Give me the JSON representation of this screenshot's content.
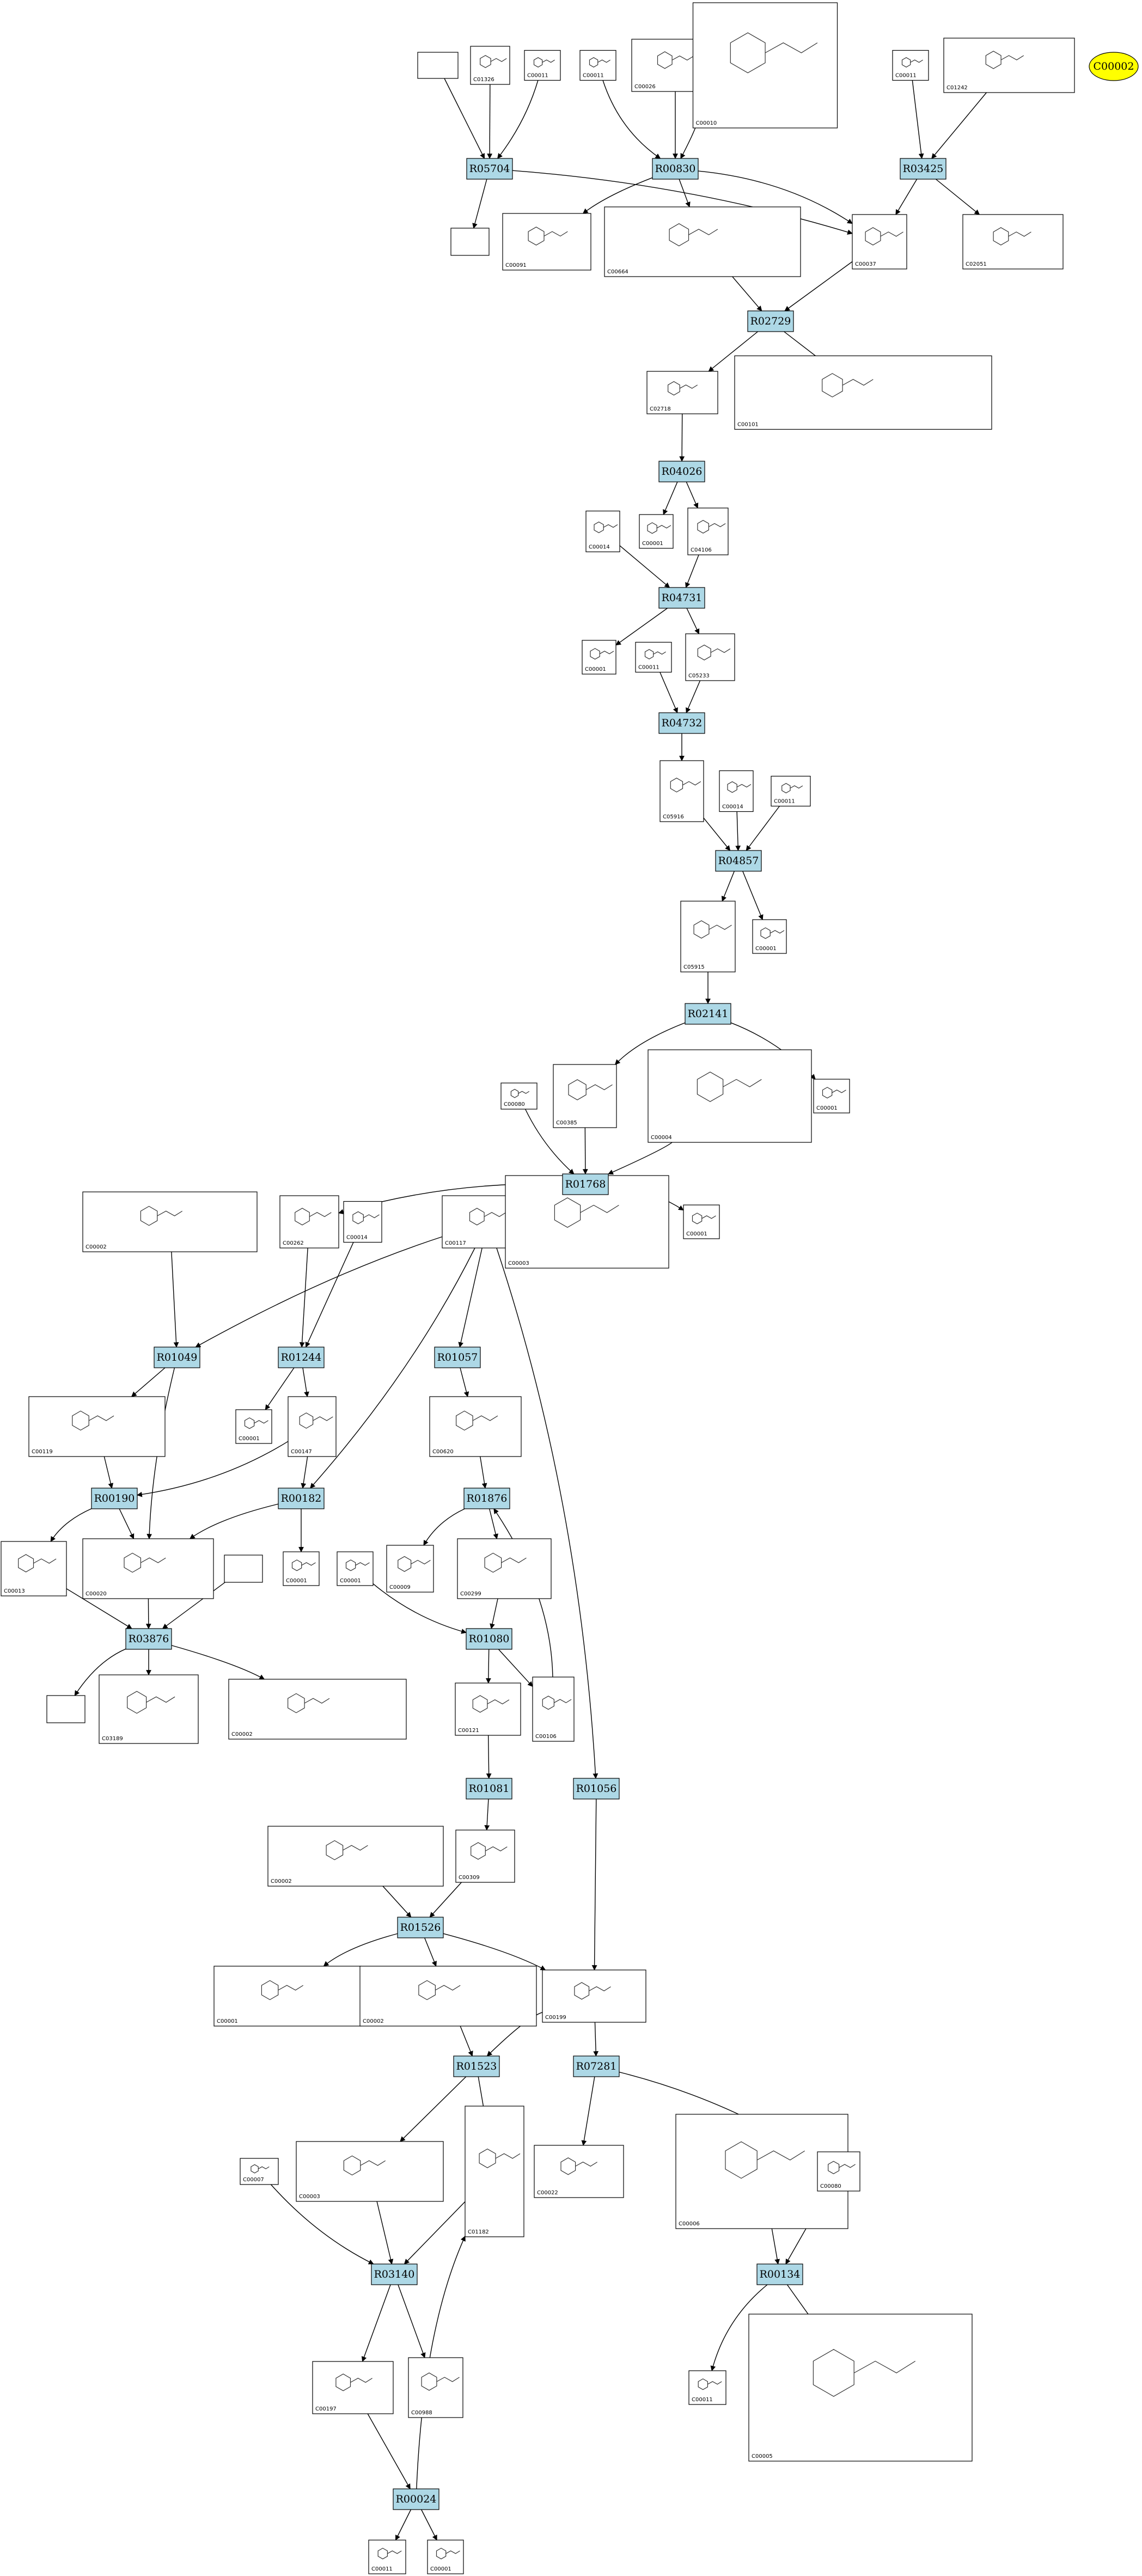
{
  "highlight": {
    "label": "C00002",
    "color": "#ffff00"
  },
  "reaction_color": "#add8e6",
  "reactions": [
    {
      "id": "R05704",
      "label": "R05704"
    },
    {
      "id": "R00830",
      "label": "R00830"
    },
    {
      "id": "R03425",
      "label": "R03425"
    },
    {
      "id": "R02729",
      "label": "R02729"
    },
    {
      "id": "R04026",
      "label": "R04026"
    },
    {
      "id": "R04731",
      "label": "R04731"
    },
    {
      "id": "R04732",
      "label": "R04732"
    },
    {
      "id": "R04857",
      "label": "R04857"
    },
    {
      "id": "R02141",
      "label": "R02141"
    },
    {
      "id": "R01768",
      "label": "R01768"
    },
    {
      "id": "R01049",
      "label": "R01049"
    },
    {
      "id": "R01244",
      "label": "R01244"
    },
    {
      "id": "R01057",
      "label": "R01057"
    },
    {
      "id": "R00190",
      "label": "R00190"
    },
    {
      "id": "R00182",
      "label": "R00182"
    },
    {
      "id": "R01876",
      "label": "R01876"
    },
    {
      "id": "R03876",
      "label": "R03876"
    },
    {
      "id": "R01080",
      "label": "R01080"
    },
    {
      "id": "R01081",
      "label": "R01081"
    },
    {
      "id": "R01056",
      "label": "R01056"
    },
    {
      "id": "R01526",
      "label": "R01526"
    },
    {
      "id": "R01523",
      "label": "R01523"
    },
    {
      "id": "R07281",
      "label": "R07281"
    },
    {
      "id": "R03140",
      "label": "R03140"
    },
    {
      "id": "R00134",
      "label": "R00134"
    },
    {
      "id": "R00024",
      "label": "R00024"
    }
  ],
  "compounds": [
    {
      "id": "c_r057_blank",
      "label": ""
    },
    {
      "id": "C01326",
      "label": "C01326"
    },
    {
      "id": "C00011_a",
      "label": "C00011"
    },
    {
      "id": "C00011_b",
      "label": "C00011"
    },
    {
      "id": "C00026",
      "label": "C00026"
    },
    {
      "id": "C00010",
      "label": "C00010"
    },
    {
      "id": "C00011_c",
      "label": "C00011"
    },
    {
      "id": "C01242",
      "label": "C01242"
    },
    {
      "id": "c_r057_out",
      "label": ""
    },
    {
      "id": "C00091",
      "label": "C00091"
    },
    {
      "id": "C00664",
      "label": "C00664"
    },
    {
      "id": "C00037",
      "label": "C00037"
    },
    {
      "id": "C02051",
      "label": "C02051"
    },
    {
      "id": "C02718",
      "label": "C02718"
    },
    {
      "id": "C00101",
      "label": "C00101"
    },
    {
      "id": "C00014_a",
      "label": "C00014"
    },
    {
      "id": "C00001_a",
      "label": "C00001"
    },
    {
      "id": "C04106",
      "label": "C04106"
    },
    {
      "id": "C00001_b",
      "label": "C00001"
    },
    {
      "id": "C00011_d",
      "label": "C00011"
    },
    {
      "id": "C05233",
      "label": "C05233"
    },
    {
      "id": "C05916",
      "label": "C05916"
    },
    {
      "id": "C00014_b",
      "label": "C00014"
    },
    {
      "id": "C00011_e",
      "label": "C00011"
    },
    {
      "id": "C05915",
      "label": "C05915"
    },
    {
      "id": "C00001_c",
      "label": "C00001"
    },
    {
      "id": "C00080",
      "label": "C00080"
    },
    {
      "id": "C00385",
      "label": "C00385"
    },
    {
      "id": "C00004",
      "label": "C00004"
    },
    {
      "id": "C00001_d",
      "label": "C00001"
    },
    {
      "id": "C00002_a",
      "label": "C00002"
    },
    {
      "id": "C00262",
      "label": "C00262"
    },
    {
      "id": "C00014_c",
      "label": "C00014"
    },
    {
      "id": "C00117",
      "label": "C00117"
    },
    {
      "id": "C00003",
      "label": "C00003"
    },
    {
      "id": "C00001_e",
      "label": "C00001"
    },
    {
      "id": "C00119",
      "label": "C00119"
    },
    {
      "id": "C00001_f",
      "label": "C00001"
    },
    {
      "id": "C00147",
      "label": "C00147"
    },
    {
      "id": "C00620",
      "label": "C00620"
    },
    {
      "id": "C00013",
      "label": "C00013"
    },
    {
      "id": "C00020",
      "label": "C00020"
    },
    {
      "id": "c_r038_blank",
      "label": ""
    },
    {
      "id": "C00001_g",
      "label": "C00001"
    },
    {
      "id": "C00009",
      "label": "C00009"
    },
    {
      "id": "C00299",
      "label": "C00299"
    },
    {
      "id": "C00001_h",
      "label": "C00001"
    },
    {
      "id": "c_r038_out",
      "label": ""
    },
    {
      "id": "C03189",
      "label": "C03189"
    },
    {
      "id": "C00002_b",
      "label": "C00002"
    },
    {
      "id": "C00121",
      "label": "C00121"
    },
    {
      "id": "C00106",
      "label": "C00106"
    },
    {
      "id": "C00002_c",
      "label": "C00002"
    },
    {
      "id": "C00309",
      "label": "C00309"
    },
    {
      "id": "C00001_i",
      "label": "C00001"
    },
    {
      "id": "C00002_d",
      "label": "C00002"
    },
    {
      "id": "C00199",
      "label": "C00199"
    },
    {
      "id": "C00007",
      "label": "C00007"
    },
    {
      "id": "C00003_b",
      "label": "C00003"
    },
    {
      "id": "C01182",
      "label": "C01182"
    },
    {
      "id": "C00022",
      "label": "C00022"
    },
    {
      "id": "C00006",
      "label": "C00006"
    },
    {
      "id": "C00080_b",
      "label": "C00080"
    },
    {
      "id": "C00197",
      "label": "C00197"
    },
    {
      "id": "C00988",
      "label": "C00988"
    },
    {
      "id": "C00011_f",
      "label": "C00011"
    },
    {
      "id": "C00005",
      "label": "C00005"
    },
    {
      "id": "C00011_g",
      "label": "C00011"
    },
    {
      "id": "C00001_j",
      "label": "C00001"
    }
  ]
}
